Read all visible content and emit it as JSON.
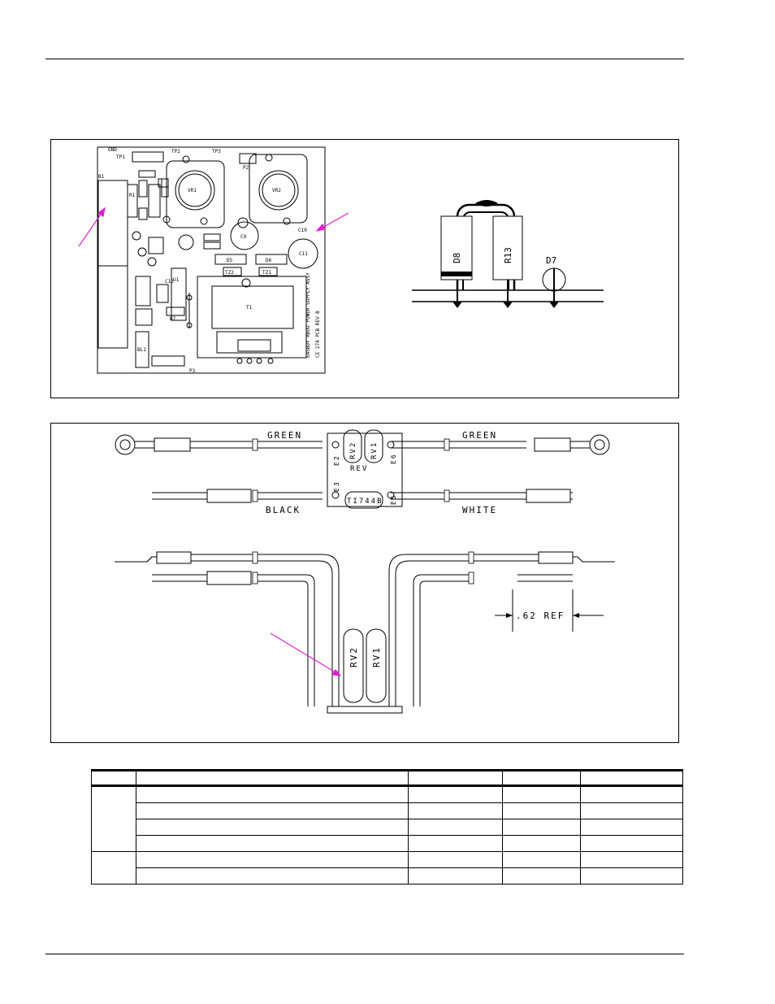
{
  "figure_top": {
    "pcb_labels": {
      "gnd": "GND",
      "tp1": "TP1",
      "tp2": "TP2",
      "tp3": "TP3",
      "p2": "P2",
      "vr1": "VR1",
      "vr2": "VR2",
      "b1": "B1",
      "r1": "R1",
      "c9": "C9",
      "c10": "C10",
      "c11": "C11",
      "c12": "C12",
      "d5": "D5",
      "d6": "D6",
      "tz1": "TZ1",
      "tz2": "TZ2",
      "t1": "T1",
      "u1": "U1",
      "bl1": "BL1",
      "d7": "D7",
      "p3": "P3",
      "board_text": "EASBDY RBOO POWER SUPPLY ASSY",
      "board_text2": "CE 274 PCB REV B"
    },
    "detail_labels": {
      "d8": "D8",
      "r13": "R13",
      "d7": "D7"
    }
  },
  "figure_bottom": {
    "wire_labels": {
      "green_left": "GREEN",
      "green_right": "GREEN",
      "black": "BLACK",
      "white": "WHITE",
      "rv1": "RV1",
      "rv2": "RV2",
      "rev": "REV",
      "e2": "E2",
      "e3": "E3",
      "e5": "E5",
      "e6": "E6",
      "part_no": "TI744B",
      "dimension": ".62 REF"
    }
  },
  "parts_table": {
    "headers": [
      "",
      "",
      "",
      "",
      ""
    ],
    "groups": [
      {
        "label": "",
        "rows": [
          [
            "",
            "",
            "",
            ""
          ],
          [
            "",
            "",
            "",
            ""
          ],
          [
            "",
            "",
            "",
            ""
          ],
          [
            "",
            "",
            "",
            ""
          ]
        ]
      },
      {
        "label": "",
        "rows": [
          [
            "",
            "",
            "",
            ""
          ],
          [
            "",
            "",
            "",
            ""
          ]
        ]
      }
    ]
  },
  "colors": {
    "arrow": "#e020d0",
    "line": "#000000"
  }
}
